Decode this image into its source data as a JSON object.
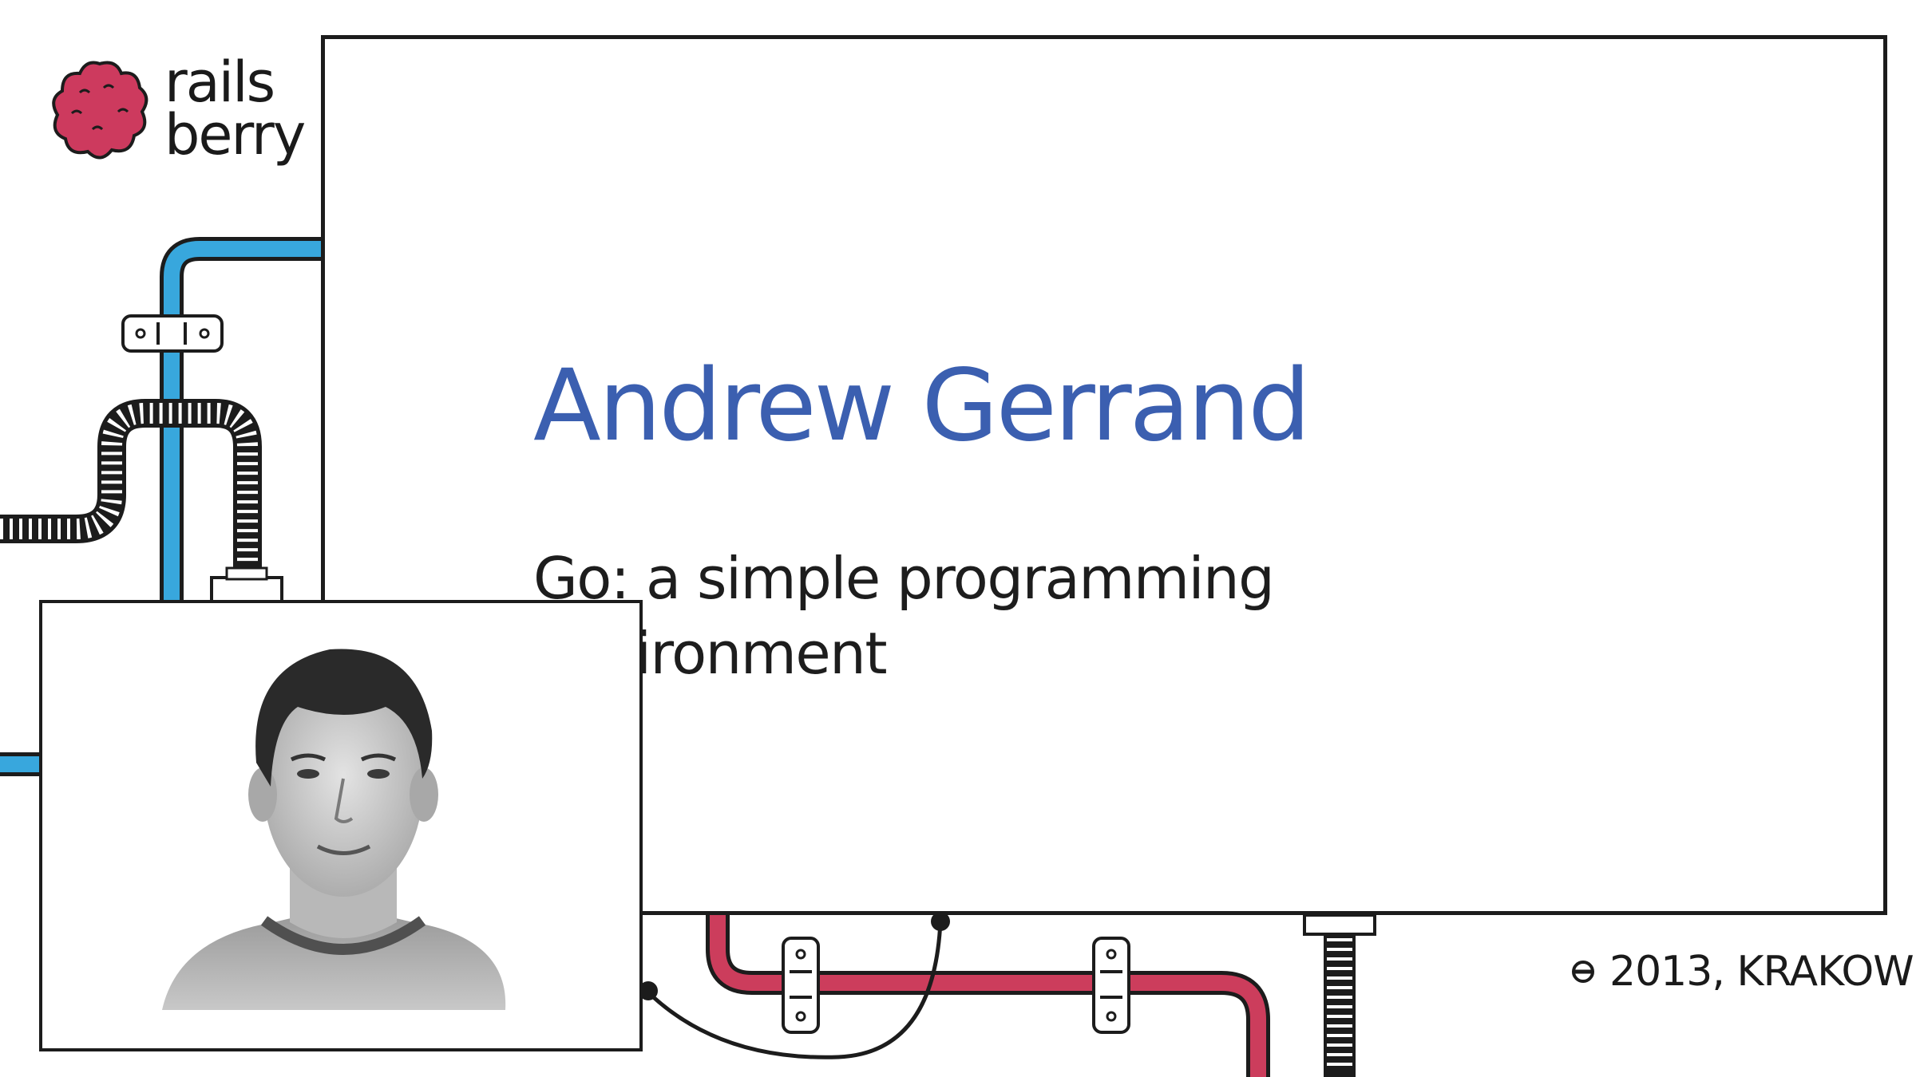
{
  "logo": {
    "line1": "rails",
    "line2": "berry"
  },
  "slide": {
    "speaker_name": "Andrew Gerrand",
    "talk_title_line1": "Go: a simple programming",
    "talk_title_line2": "environment"
  },
  "footer": {
    "caption": "2013, KRAKOW"
  },
  "colors": {
    "name_blue": "#3b5fb0",
    "pipe_blue": "#38a7dd",
    "pipe_red": "#cc3d5c",
    "berry_red": "#cd3a5e",
    "outline": "#1c1c1c"
  },
  "icons": [
    "raspberry-logo-icon",
    "screw-icon",
    "pipe-clamp-icon"
  ]
}
